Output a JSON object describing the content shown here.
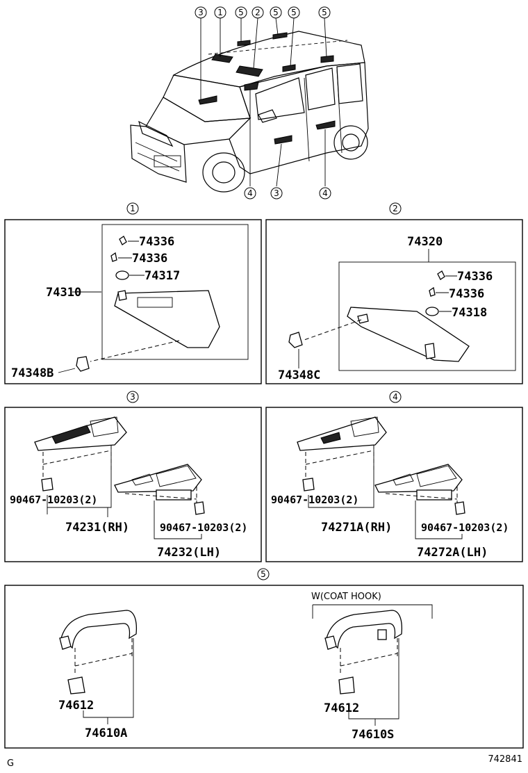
{
  "callouts": {
    "one": "1",
    "two": "2",
    "three": "3",
    "four": "4",
    "five": "5"
  },
  "section1": {
    "parts": [
      "74336",
      "74336",
      "74317",
      "74310",
      "74348B"
    ]
  },
  "section2": {
    "parts": [
      "74320",
      "74336",
      "74336",
      "74318",
      "74348C"
    ]
  },
  "section3": {
    "clip_left": "90467-10203(2)",
    "clip_right": "90467-10203(2)",
    "rh": "74231(RH)",
    "lh": "74232(LH)"
  },
  "section4": {
    "clip_left": "90467-10203(2)",
    "clip_right": "90467-10203(2)",
    "rh": "74271A(RH)",
    "lh": "74272A(LH)"
  },
  "section5": {
    "coat_hook_caption": "W(COAT HOOK)",
    "left_cap": "74612",
    "left_assy": "74610A",
    "right_cap": "74612",
    "right_assy": "74610S"
  },
  "footer": {
    "left_code": "G",
    "right_code": "742841"
  }
}
